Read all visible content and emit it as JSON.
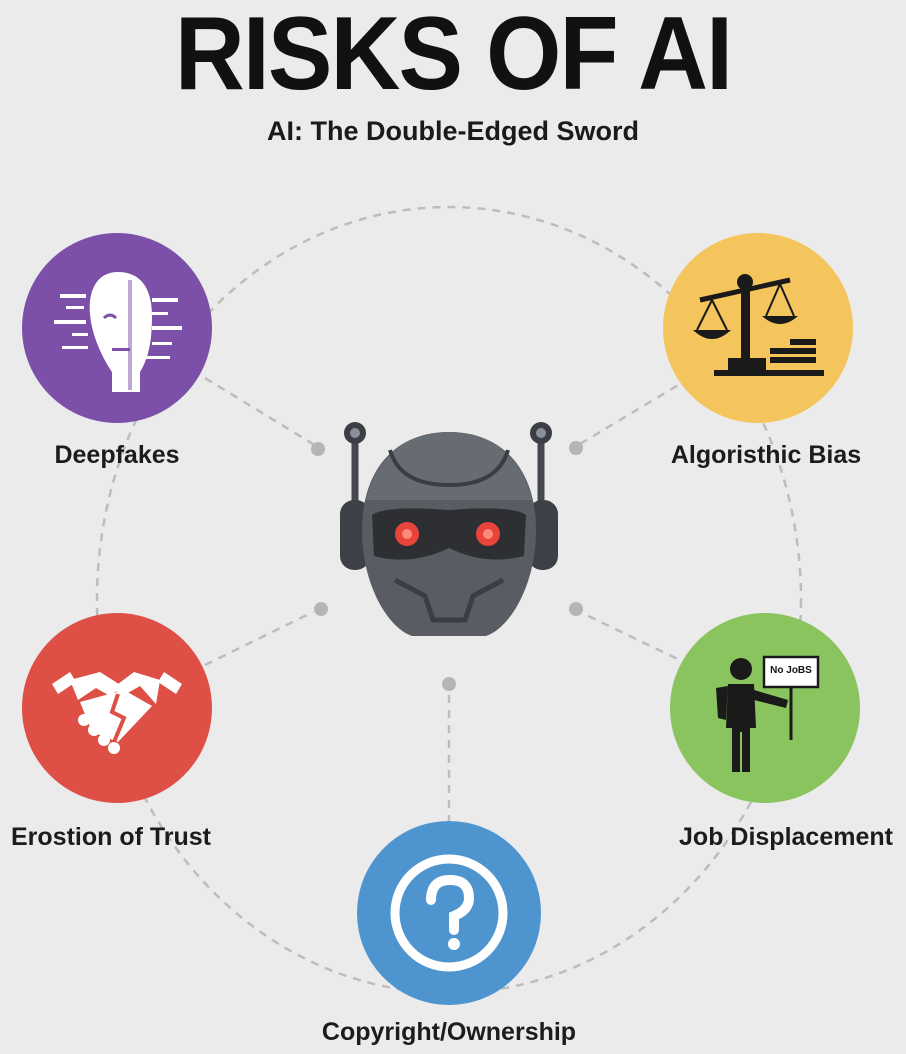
{
  "header": {
    "title": "RISKS OF AI",
    "subtitle": "AI: The Double-Edged Sword"
  },
  "center": {
    "icon": "robot-head-icon"
  },
  "risks": [
    {
      "label": "Deepfakes",
      "icon": "glitched-face-icon",
      "color": "#7c4fa8"
    },
    {
      "label": "Algoristhic Bias",
      "icon": "balance-scale-icon",
      "color": "#f4c55c"
    },
    {
      "label": "Erostion of Trust",
      "icon": "broken-handshake-icon",
      "color": "#de4f45"
    },
    {
      "label": "Job Displacement",
      "icon": "person-with-sign-icon",
      "color": "#89c45e",
      "sign_text": "No JoBS"
    },
    {
      "label": "Copyright/Ownership",
      "icon": "question-mark-icon",
      "color": "#4e95cf"
    }
  ],
  "colors": {
    "background": "#ebebeb",
    "connector": "#b8b8b8",
    "robot_eye": "#e8443a",
    "robot_body": "#55595f"
  }
}
